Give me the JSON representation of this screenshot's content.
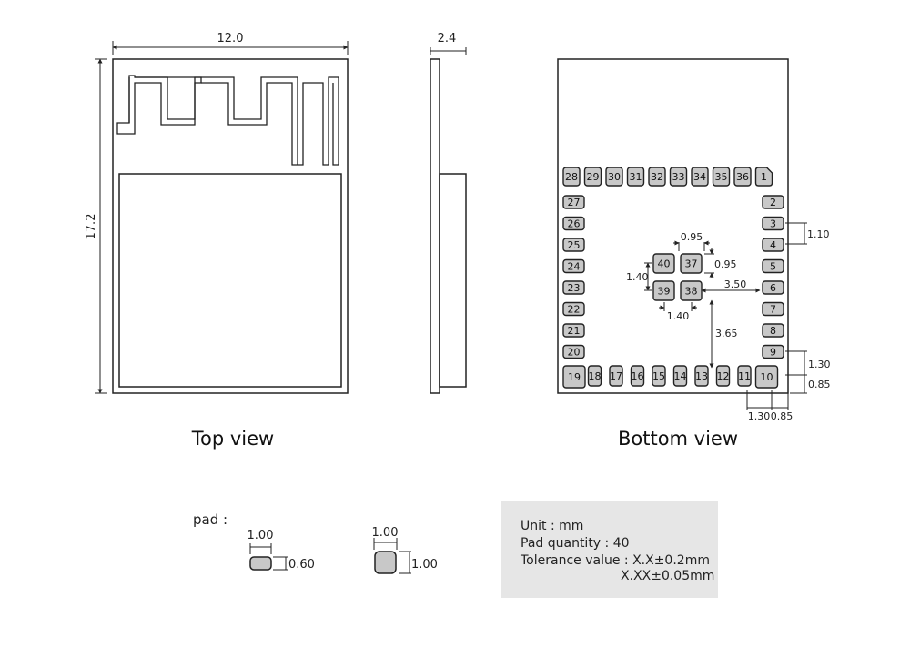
{
  "top_view": {
    "width_label": "12.0",
    "height_label": "17.2",
    "caption": "Top view"
  },
  "side_view": {
    "thickness_label": "2.4"
  },
  "bottom_view": {
    "caption": "Bottom view",
    "pads": {
      "top_row": [
        "28",
        "29",
        "30",
        "31",
        "32",
        "33",
        "34",
        "35",
        "36",
        "1"
      ],
      "left_col": [
        "27",
        "26",
        "25",
        "24",
        "23",
        "22",
        "21",
        "20"
      ],
      "right_col": [
        "2",
        "3",
        "4",
        "5",
        "6",
        "7",
        "8",
        "9"
      ],
      "bottom_row": [
        "19",
        "18",
        "17",
        "16",
        "15",
        "14",
        "13",
        "12",
        "11",
        "10"
      ],
      "center": [
        "40",
        "37",
        "39",
        "38"
      ]
    },
    "dims": {
      "center_pad_width": "0.95",
      "center_pad_height": "0.95",
      "center_vpitch": "1.40",
      "center_hpitch": "1.40",
      "to_right": "3.50",
      "to_bottom": "3.65",
      "side_pitch": "1.10",
      "corner_v": "1.30",
      "corner_v_edge": "0.85",
      "corner_h": "1.30",
      "corner_h_edge": "0.85"
    }
  },
  "pad_legend": {
    "label": "pad :",
    "pad1_width": "1.00",
    "pad1_height": "0.60",
    "pad2_width": "1.00",
    "pad2_height": "1.00"
  },
  "notes": {
    "lines": [
      "Unit : mm",
      "Pad quantity : 40",
      "Tolerance value : X.X±0.2mm",
      "X.XX±0.05mm"
    ]
  },
  "colors": {
    "pad_fill": "#c8c8c8",
    "outline": "#222222",
    "note_bg": "#e6e6e6"
  }
}
